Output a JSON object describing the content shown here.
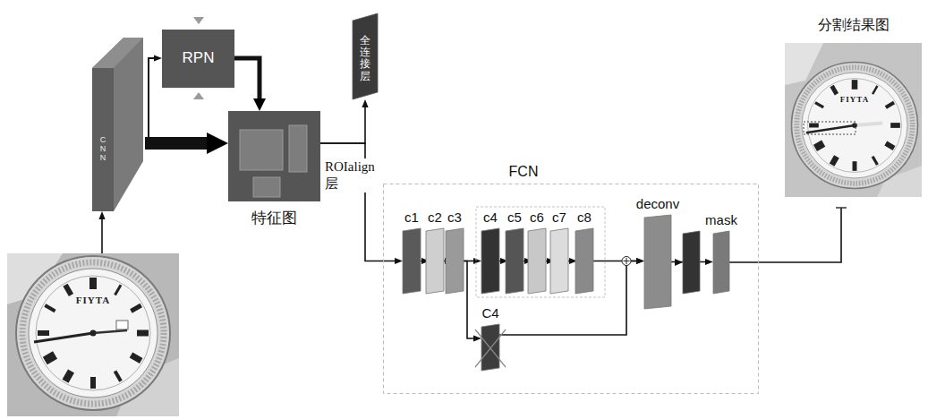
{
  "diagram": {
    "nodes": [
      {
        "text": [
          "CNN"
        ]
      },
      {
        "text": [
          "RPN"
        ]
      },
      {
        "text": [
          "特征图"
        ]
      },
      {
        "text": [
          "全连接层"
        ]
      },
      {
        "text": [
          "FCN"
        ]
      },
      {
        "text": [
          "c1"
        ],
        "in": 4
      },
      {
        "text": [
          "c2"
        ],
        "in": 4
      },
      {
        "text": [
          "c3"
        ],
        "in": 4
      },
      {
        "text": [
          "c4"
        ],
        "in": 4
      },
      {
        "text": [
          "c5"
        ],
        "in": 4
      },
      {
        "text": [
          "c6"
        ],
        "in": 4
      },
      {
        "text": [
          "c7"
        ],
        "in": 4
      },
      {
        "text": [
          "c8"
        ],
        "in": 4
      },
      {
        "text": [
          "C4"
        ],
        "in": 4
      },
      {
        "text": [
          "deconv"
        ],
        "in": 4
      },
      {
        "text": [
          "mask"
        ],
        "in": 4
      },
      {
        "text": [
          "分割结果图",
          "FIYTA"
        ]
      },
      {
        "text": [
          "FIYTA"
        ]
      }
    ],
    "edges": [
      {
        "from": 17,
        "to": 0,
        "arrow": "to"
      },
      {
        "from": 0,
        "to": 1,
        "arrow": "to"
      },
      {
        "from": 0,
        "to": 2,
        "arrow": "to"
      },
      {
        "from": 1,
        "to": 2,
        "arrow": "to"
      },
      {
        "from": 2,
        "to": 3,
        "arrow": "to"
      },
      {
        "from": 2,
        "to": 5,
        "arrow": "to"
      },
      {
        "from": 5,
        "to": 6,
        "arrow": "to"
      },
      {
        "from": 6,
        "to": 7,
        "arrow": "to"
      },
      {
        "from": 7,
        "to": 8,
        "arrow": "to"
      },
      {
        "from": 8,
        "to": 9,
        "arrow": "to"
      },
      {
        "from": 9,
        "to": 10,
        "arrow": "to"
      },
      {
        "from": 10,
        "to": 11,
        "arrow": "to"
      },
      {
        "from": 11,
        "to": 12,
        "arrow": "to"
      },
      {
        "from": 7,
        "to": 13,
        "arrow": "to"
      },
      {
        "from": 12,
        "to": 14,
        "arrow": "to"
      },
      {
        "from": 13,
        "to": 14,
        "arrow": "to"
      },
      {
        "from": 14,
        "to": 15,
        "arrow": "to"
      },
      {
        "from": 15,
        "to": 16,
        "arrow": "none"
      }
    ],
    "labels": [
      "ROIalign 层"
    ]
  }
}
